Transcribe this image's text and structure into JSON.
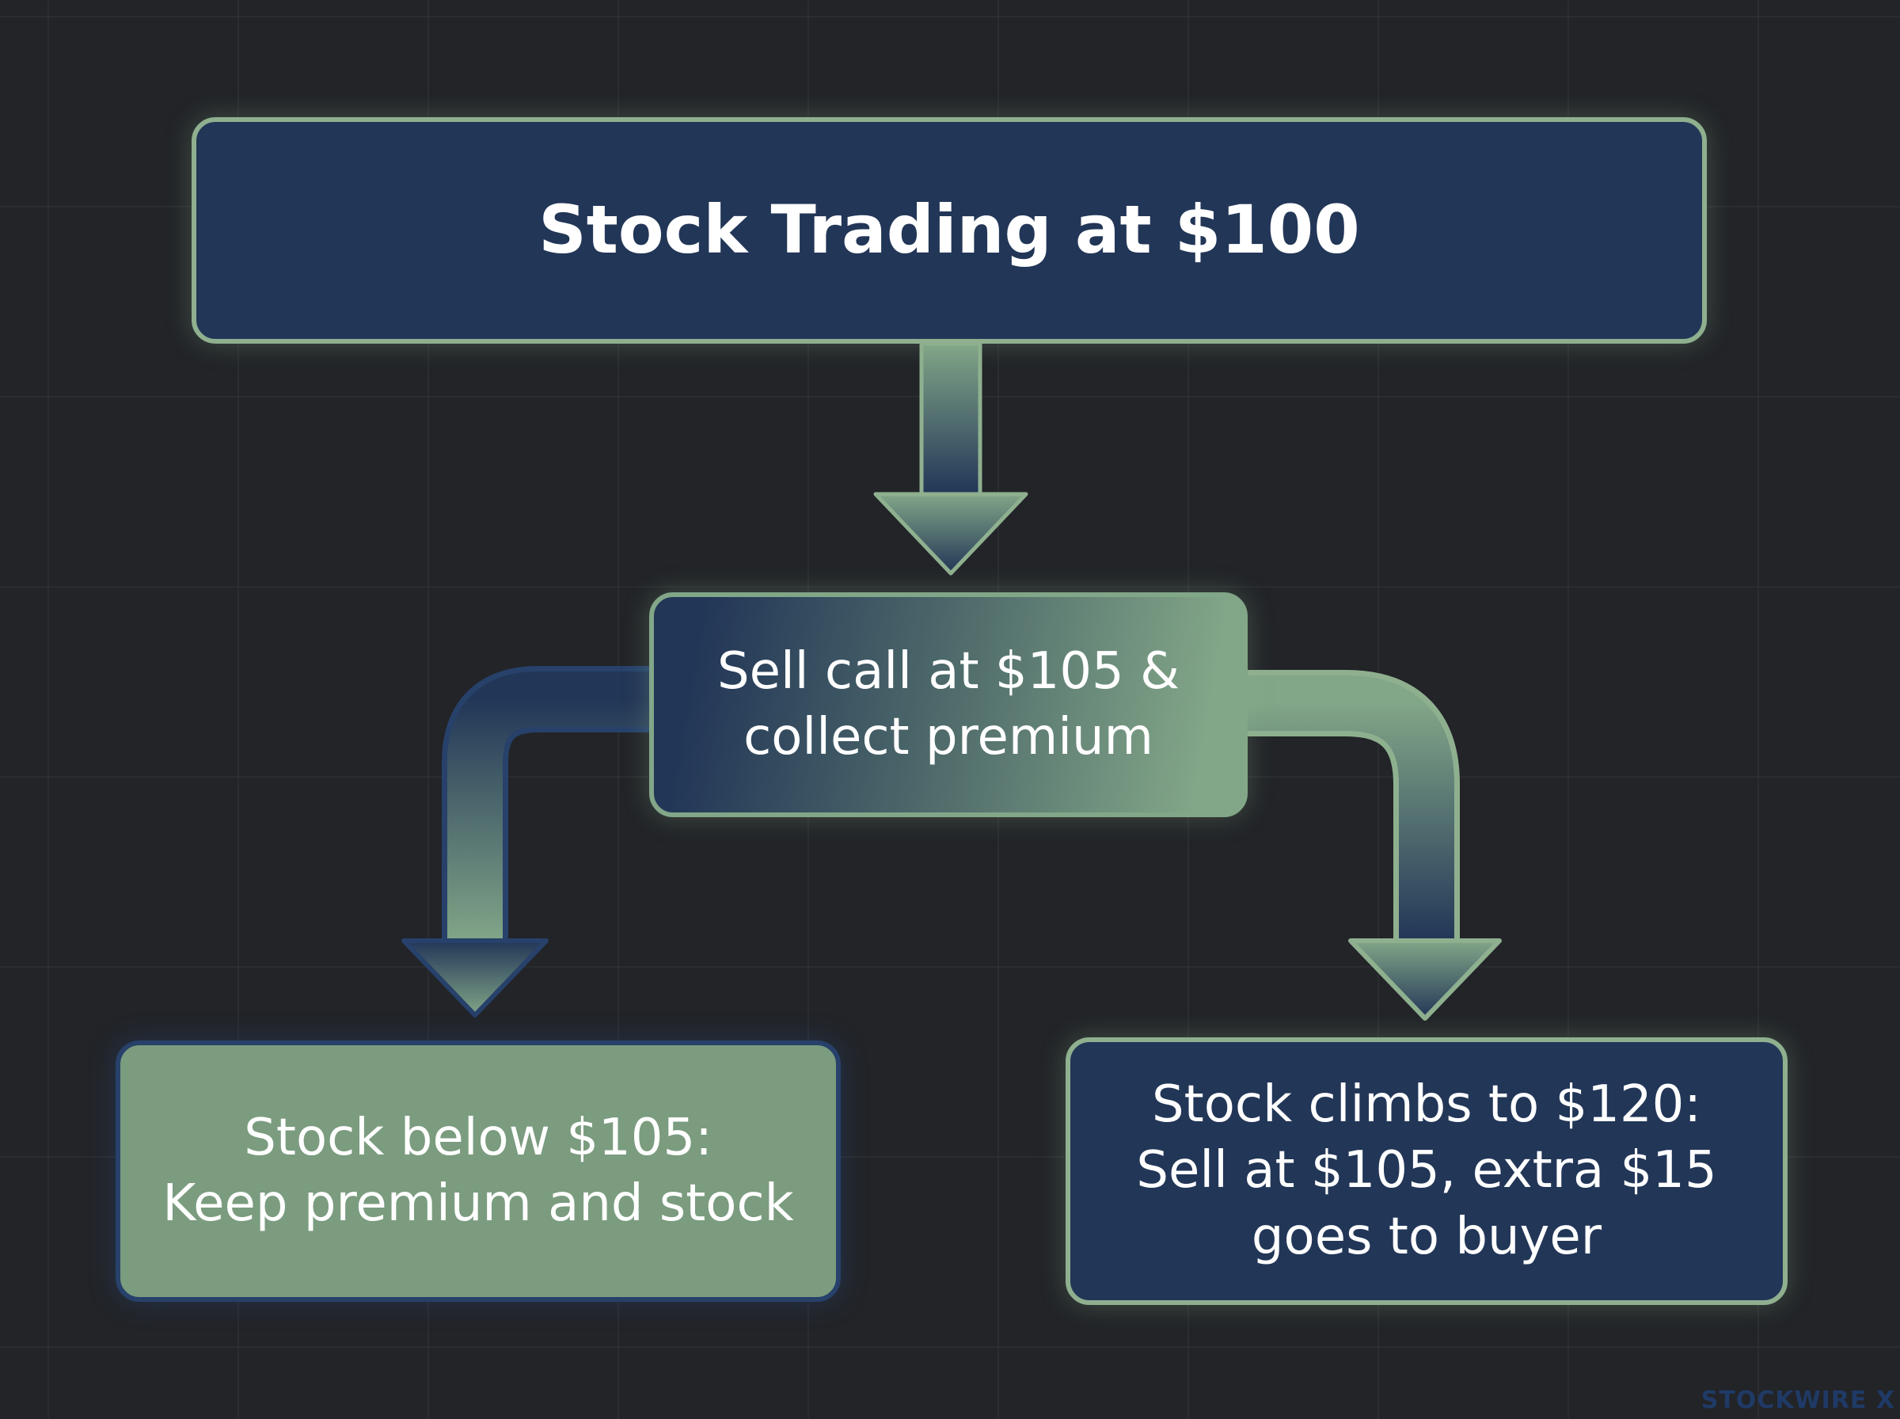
{
  "diagram": {
    "nodes": {
      "root": {
        "label": "Stock Trading at $100"
      },
      "mid": {
        "label": "Sell call at $105 &\ncollect premium"
      },
      "left": {
        "label": "Stock below $105:\nKeep premium and stock"
      },
      "right": {
        "label": "Stock climbs to $120:\nSell at $105, extra $15\ngoes to buyer"
      }
    },
    "colors": {
      "background": "#222428",
      "navy": "#223657",
      "sage": "#82a688",
      "border_sage": "#8fb08f",
      "border_navy": "#27416a"
    }
  },
  "watermark": {
    "text": "STOCKWIRE X"
  }
}
